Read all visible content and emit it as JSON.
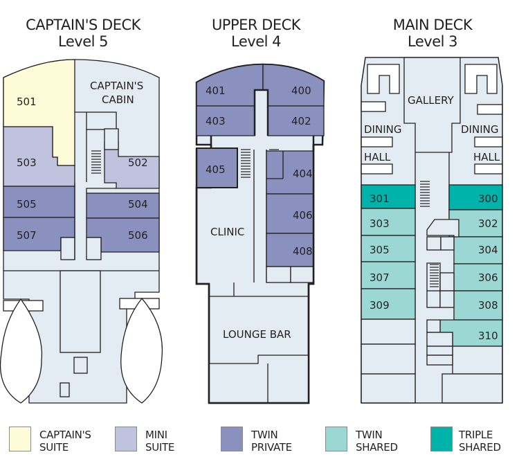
{
  "decks": [
    {
      "name": "CAPTAIN'S DECK",
      "level": "Level 5",
      "areas": {
        "captains_cabin_line1": "CAPTAIN'S",
        "captains_cabin_line2": "CABIN"
      },
      "cabins": [
        {
          "number": "501",
          "type": "captains_suite"
        },
        {
          "number": "503",
          "type": "mini_suite"
        },
        {
          "number": "502",
          "type": "mini_suite"
        },
        {
          "number": "505",
          "type": "twin_private"
        },
        {
          "number": "504",
          "type": "twin_private"
        },
        {
          "number": "507",
          "type": "twin_private"
        },
        {
          "number": "506",
          "type": "twin_private"
        }
      ]
    },
    {
      "name": "UPPER DECK",
      "level": "Level 4",
      "areas": {
        "clinic": "CLINIC",
        "lounge_bar": "LOUNGE BAR"
      },
      "cabins": [
        {
          "number": "401",
          "type": "twin_private"
        },
        {
          "number": "400",
          "type": "twin_private"
        },
        {
          "number": "403",
          "type": "twin_private"
        },
        {
          "number": "402",
          "type": "twin_private"
        },
        {
          "number": "405",
          "type": "twin_private"
        },
        {
          "number": "404",
          "type": "twin_private"
        },
        {
          "number": "406",
          "type": "twin_private"
        },
        {
          "number": "408",
          "type": "twin_private"
        }
      ]
    },
    {
      "name": "MAIN DECK",
      "level": "Level 3",
      "areas": {
        "gallery": "GALLERY",
        "dining": "DINING",
        "hall": "HALL"
      },
      "cabins": [
        {
          "number": "301",
          "type": "triple_shared"
        },
        {
          "number": "300",
          "type": "triple_shared"
        },
        {
          "number": "303",
          "type": "twin_shared"
        },
        {
          "number": "302",
          "type": "twin_shared"
        },
        {
          "number": "305",
          "type": "twin_shared"
        },
        {
          "number": "304",
          "type": "twin_shared"
        },
        {
          "number": "307",
          "type": "twin_shared"
        },
        {
          "number": "306",
          "type": "twin_shared"
        },
        {
          "number": "309",
          "type": "twin_shared"
        },
        {
          "number": "308",
          "type": "twin_shared"
        },
        {
          "number": "310",
          "type": "twin_shared"
        }
      ]
    }
  ],
  "legend": [
    {
      "key": "captains_suite",
      "line1": "CAPTAIN'S",
      "line2": "SUITE",
      "color": "#fefbd8"
    },
    {
      "key": "mini_suite",
      "line1": "MINI",
      "line2": "SUITE",
      "color": "#c0c3de"
    },
    {
      "key": "twin_private",
      "line1": "TWIN",
      "line2": "PRIVATE",
      "color": "#8a91bf"
    },
    {
      "key": "twin_shared",
      "line1": "TWIN",
      "line2": "SHARED",
      "color": "#9cd8d3"
    },
    {
      "key": "triple_shared",
      "line1": "TRIPLE",
      "line2": "SHARED",
      "color": "#00b3aa"
    }
  ],
  "colors": {
    "common_area": "#e3ecf3",
    "outline": "#231f20"
  }
}
